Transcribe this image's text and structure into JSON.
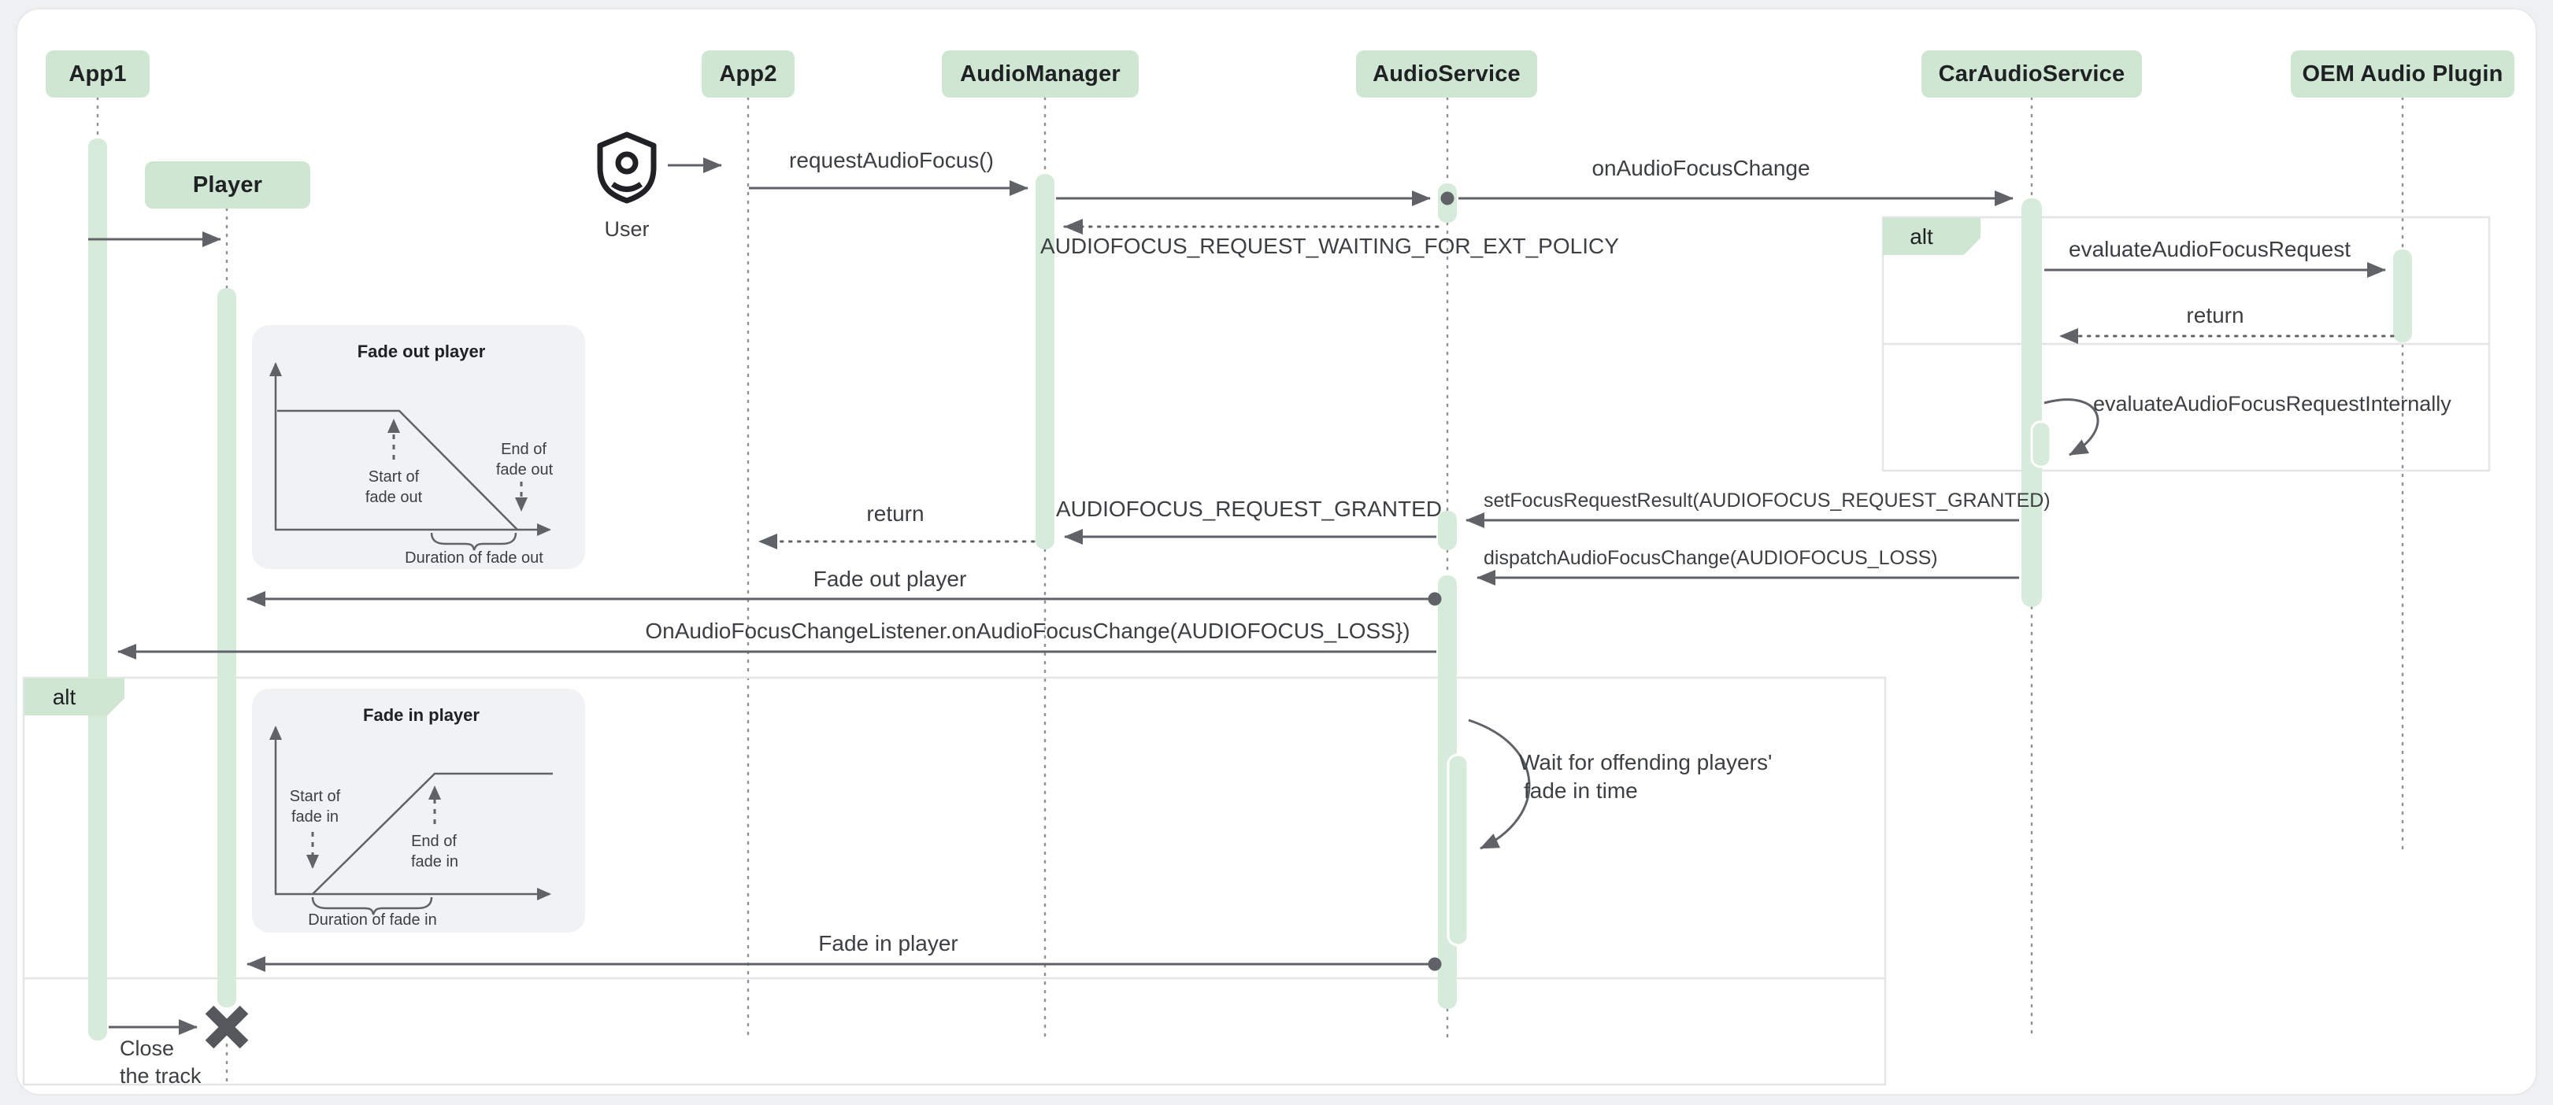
{
  "colors": {
    "participant_fill": "#cfe7d2",
    "activation_fill": "#d6ebd9",
    "arrow": "#5f6368",
    "text": "#3c4043",
    "frame_border": "#e3e5e7",
    "panel_bg": "#f0f2f3",
    "page_bg": "#eef0f2",
    "card_bg": "#ffffff"
  },
  "actor": {
    "label": "User"
  },
  "participants": [
    {
      "id": "app1",
      "label": "App1"
    },
    {
      "id": "app2",
      "label": "App2"
    },
    {
      "id": "audio_manager",
      "label": "AudioManager"
    },
    {
      "id": "audio_service",
      "label": "AudioService"
    },
    {
      "id": "car_audio_service",
      "label": "CarAudioService"
    },
    {
      "id": "oem_audio_plugin",
      "label": "OEM Audio Plugin"
    }
  ],
  "objects": {
    "player": {
      "label": "Player"
    }
  },
  "fragments": {
    "alt_top": {
      "label": "alt"
    },
    "alt_bottom": {
      "label": "alt"
    }
  },
  "messages": {
    "request_audio_focus": "requestAudioFocus()",
    "on_audio_focus_change": "onAudioFocusChange",
    "waiting_for_ext_policy": "AUDIOFOCUS_REQUEST_WAITING_FOR_EXT_POLICY",
    "evaluate_audio_focus_request": "evaluateAudioFocusRequest",
    "return_from_oem": "return",
    "evaluate_audio_focus_request_internally": "evaluateAudioFocusRequestInternally",
    "set_focus_request_result": "setFocusRequestResult(AUDIOFOCUS_REQUEST_GRANTED)",
    "audiofocus_request_granted": "AUDIOFOCUS_REQUEST_GRANTED",
    "return_to_app2": "return",
    "dispatch_audio_focus_change": "dispatchAudioFocusChange(AUDIOFOCUS_LOSS)",
    "fade_out_player": "Fade out player",
    "on_audio_focus_change_listener": "OnAudioFocusChangeListener.onAudioFocusChange(AUDIOFOCUS_LOSS})",
    "wait_note_line1": "Wait for offending players'",
    "wait_note_line2": "fade in time",
    "fade_in_player": "Fade in player",
    "close_line1": "Close",
    "close_line2": "the track"
  },
  "panels": {
    "fade_out": {
      "title": "Fade out player",
      "start_line1": "Start of",
      "start_line2": "fade out",
      "end_line1": "End of",
      "end_line2": "fade out",
      "duration": "Duration of fade out"
    },
    "fade_in": {
      "title": "Fade in player",
      "start_line1": "Start of",
      "start_line2": "fade in",
      "end_line1": "End of",
      "end_line2": "fade in",
      "duration": "Duration of fade in"
    }
  }
}
